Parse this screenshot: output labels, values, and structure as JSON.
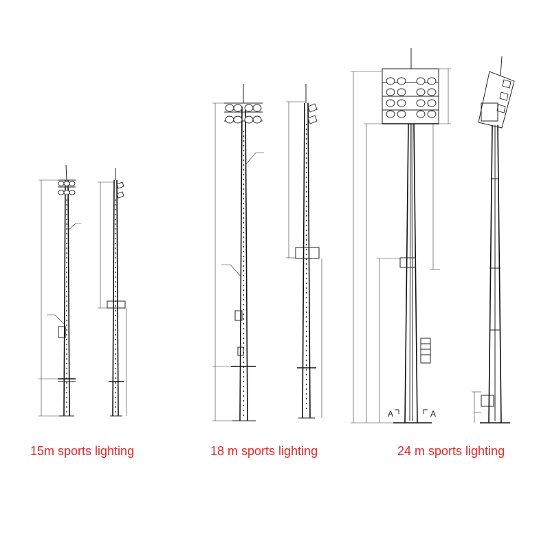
{
  "captions": {
    "pole_15m": "15m sports lighting",
    "pole_18m": "18 m sports lighting",
    "pole_24m": "24 m sports lighting"
  },
  "section_marks": {
    "left": "A",
    "right": "A"
  },
  "colors": {
    "caption": "#e32626",
    "line": "#222222",
    "background": "#ffffff"
  }
}
